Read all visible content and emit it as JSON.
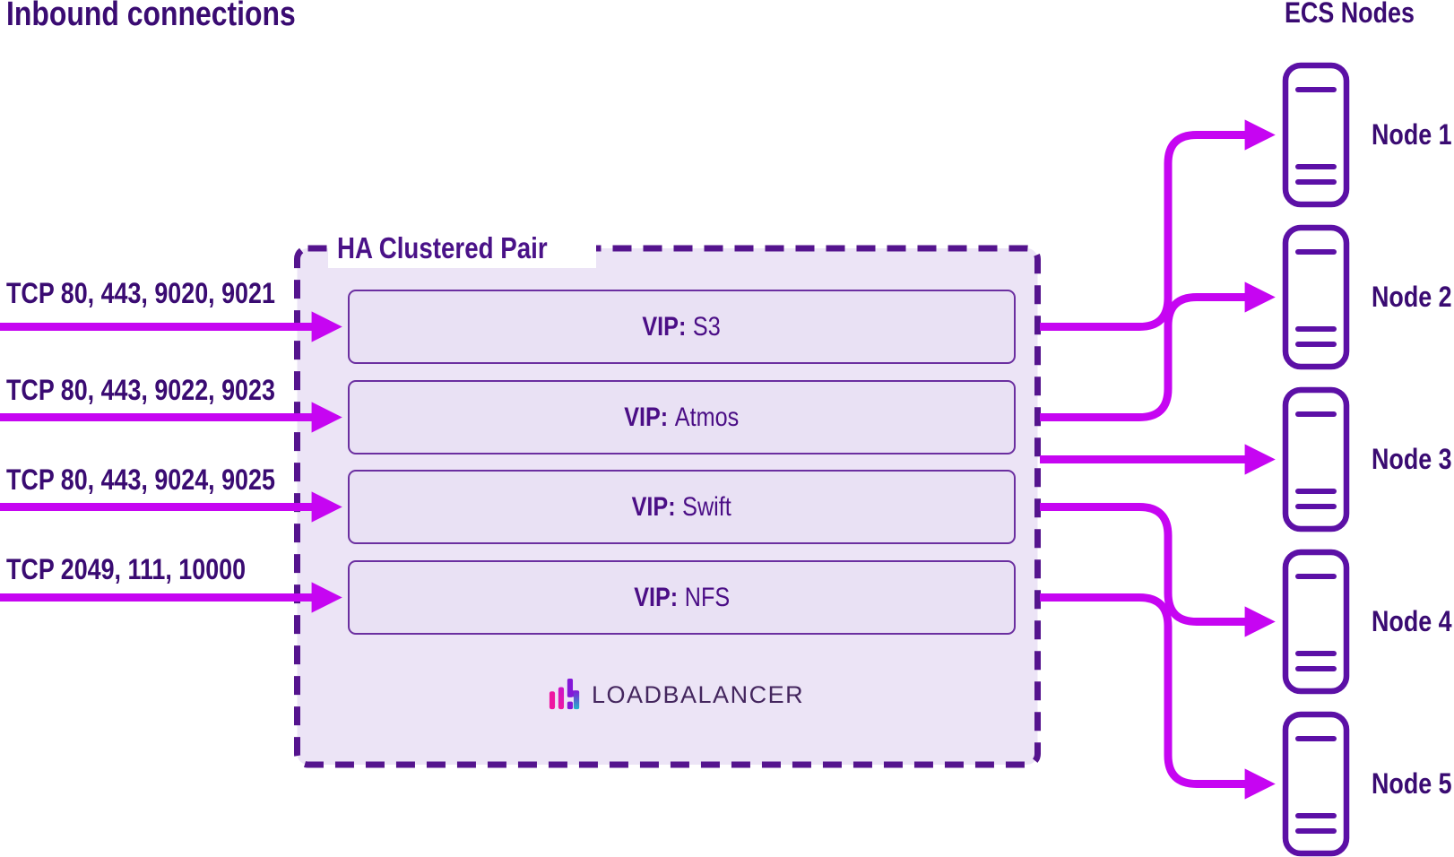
{
  "title": "Inbound connections",
  "inbound": {
    "flows": [
      {
        "ports": "TCP 80, 443, 9020, 9021"
      },
      {
        "ports": "TCP 80, 443, 9022, 9023"
      },
      {
        "ports": "TCP 80, 443, 9024, 9025"
      },
      {
        "ports": "TCP 2049, 111, 10000"
      }
    ]
  },
  "cluster": {
    "label": "HA Clustered Pair",
    "vip_prefix": "VIP:",
    "vips": [
      {
        "name": "S3"
      },
      {
        "name": "Atmos"
      },
      {
        "name": "Swift"
      },
      {
        "name": "NFS"
      }
    ],
    "logo": {
      "wordmark": "LOADBALANCER"
    }
  },
  "ecs": {
    "heading": "ECS Nodes",
    "nodes": [
      {
        "label": "Node 1"
      },
      {
        "label": "Node 2"
      },
      {
        "label": "Node 3"
      },
      {
        "label": "Node 4"
      },
      {
        "label": "Node 5"
      }
    ]
  },
  "colors": {
    "accent_magenta": "#c605f2",
    "deep_purple_text": "#3a0b72",
    "dash_border": "#55148e",
    "panel_fill": "#ece4f6",
    "vip_fill": "#e9e1f4",
    "vip_border": "#6b2fa0",
    "vip_text": "#4b0e86",
    "node_stroke": "#5c10a6",
    "logo_text": "#44265e",
    "logo_pink": "#ee18a2",
    "logo_magenta": "#cb13c9",
    "logo_purple": "#8417d8",
    "logo_teal": "#21b6c9"
  }
}
